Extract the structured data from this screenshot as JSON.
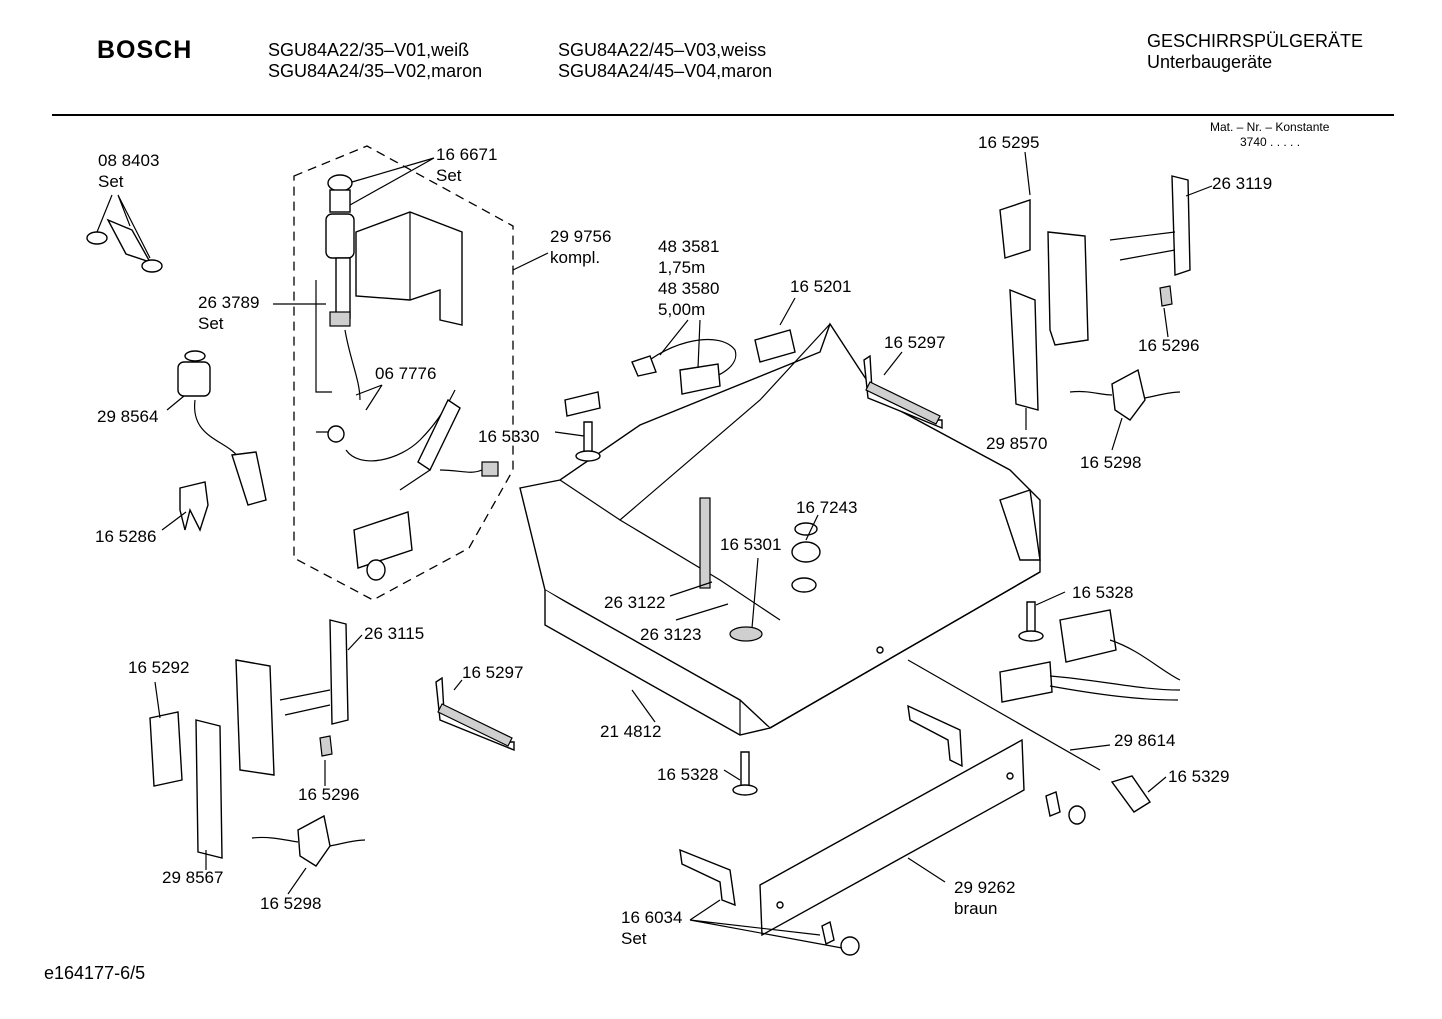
{
  "header": {
    "brand": "BOSCH",
    "model_1": "SGU84A22/35–V01,weiß",
    "model_2": "SGU84A24/35–V02,maron",
    "model_3": "SGU84A22/45–V03,weiss",
    "model_4": "SGU84A24/45–V04,maron",
    "category": "GESCHIRRSPÜLGERÄTE",
    "subcategory": "Unterbaugeräte"
  },
  "mat_nr": {
    "label": "Mat. – Nr. – Konstante",
    "value": "3740  .  .  .  .  ."
  },
  "footer": {
    "code": "e164177-6/5"
  },
  "parts": [
    {
      "id": "p088403",
      "l1": "08 8403",
      "l2": "Set"
    },
    {
      "id": "p166671",
      "l1": "16 6671",
      "l2": "Set"
    },
    {
      "id": "p299756",
      "l1": "29 9756",
      "l2": "kompl."
    },
    {
      "id": "p263789",
      "l1": "26 3789",
      "l2": "Set"
    },
    {
      "id": "p067776",
      "l1": "06 7776",
      "l2": ""
    },
    {
      "id": "p298564",
      "l1": "29 8564",
      "l2": ""
    },
    {
      "id": "p165286",
      "l1": "16 5286",
      "l2": ""
    },
    {
      "id": "p483581",
      "l1": "48 3581",
      "l2": "1,75m"
    },
    {
      "id": "p483580",
      "l1": "48 3580",
      "l2": "5,00m"
    },
    {
      "id": "p165201",
      "l1": "16 5201",
      "l2": ""
    },
    {
      "id": "p165330",
      "l1": "16 5330",
      "l2": ""
    },
    {
      "id": "p165297a",
      "l1": "16 5297",
      "l2": ""
    },
    {
      "id": "p165295",
      "l1": "16 5295",
      "l2": ""
    },
    {
      "id": "p263119",
      "l1": "26 3119",
      "l2": ""
    },
    {
      "id": "p165296a",
      "l1": "16 5296",
      "l2": ""
    },
    {
      "id": "p298570",
      "l1": "29 8570",
      "l2": ""
    },
    {
      "id": "p165298a",
      "l1": "16 5298",
      "l2": ""
    },
    {
      "id": "p167243",
      "l1": "16 7243",
      "l2": ""
    },
    {
      "id": "p165301",
      "l1": "16 5301",
      "l2": ""
    },
    {
      "id": "p263122",
      "l1": "26 3122",
      "l2": ""
    },
    {
      "id": "p263123",
      "l1": "26 3123",
      "l2": ""
    },
    {
      "id": "p165328a",
      "l1": "16 5328",
      "l2": ""
    },
    {
      "id": "p263115",
      "l1": "26 3115",
      "l2": ""
    },
    {
      "id": "p165292",
      "l1": "16 5292",
      "l2": ""
    },
    {
      "id": "p165297b",
      "l1": "16 5297",
      "l2": ""
    },
    {
      "id": "p165296b",
      "l1": "16 5296",
      "l2": ""
    },
    {
      "id": "p298567",
      "l1": "29 8567",
      "l2": ""
    },
    {
      "id": "p165298b",
      "l1": "16 5298",
      "l2": ""
    },
    {
      "id": "p214812",
      "l1": "21 4812",
      "l2": ""
    },
    {
      "id": "p165328b",
      "l1": "16 5328",
      "l2": ""
    },
    {
      "id": "p298614",
      "l1": "29 8614",
      "l2": ""
    },
    {
      "id": "p165329",
      "l1": "16 5329",
      "l2": ""
    },
    {
      "id": "p299262",
      "l1": "29 9262",
      "l2": "braun"
    },
    {
      "id": "p166034",
      "l1": "16 6034",
      "l2": "Set"
    }
  ]
}
